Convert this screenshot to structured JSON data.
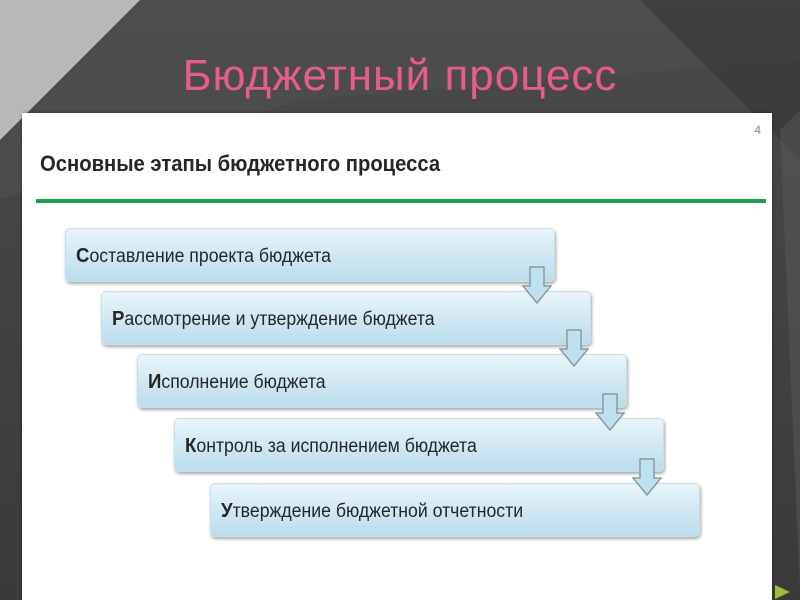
{
  "slide": {
    "title": "Бюджетный процесс"
  },
  "panel": {
    "page_number": "4",
    "heading": "Основные этапы бюджетного процесса"
  },
  "steps": [
    {
      "first": "С",
      "rest": "оставление проекта бюджета"
    },
    {
      "first": "Р",
      "rest": "ассмотрение и утверждение бюджета"
    },
    {
      "first": "И",
      "rest": "сполнение бюджета"
    },
    {
      "first": "К",
      "rest": "онтроль за исполнением бюджета"
    },
    {
      "first": "У",
      "rest": "тверждение бюджетной отчетности"
    }
  ],
  "colors": {
    "title": "#e85d88",
    "rule": "#1aa24a",
    "box_top": "#eaf5fa",
    "box_bottom": "#bcdced",
    "arrow_fill": "#bfe0ee",
    "arrow_stroke": "#8a9aa3"
  }
}
